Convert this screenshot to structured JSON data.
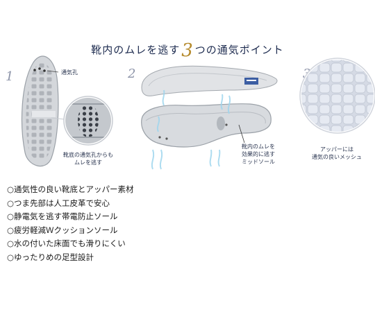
{
  "header": {
    "title_prefix": "靴内のムレを逃す",
    "title_number": "3",
    "title_suffix": "つの通気ポイント"
  },
  "points": [
    {
      "number": "1",
      "labels": [
        "通気孔",
        "靴底の通気孔からも",
        "ムレを逃す"
      ]
    },
    {
      "number": "2",
      "labels": [
        "靴内のムレを",
        "効果的に逃す",
        "ミッドソール"
      ]
    },
    {
      "number": "3",
      "labels": [
        "アッパーには",
        "通気の良いメッシュ"
      ]
    }
  ],
  "features": [
    "○通気性の良い靴底とアッパー素材",
    "○つま先部は人工皮革で安心",
    "○静電気を逃す帯電防止ソール",
    "○疲労軽減Ｗクッションソール",
    "○水の付いた床面でも滑りにくい",
    "○ゆったりめの足型設計"
  ],
  "colors": {
    "title": "#1d2b4f",
    "accent_number": "#b58a2c",
    "sole_gray": "#c9cdd2",
    "airflow_blue": "#9fd6ee"
  }
}
